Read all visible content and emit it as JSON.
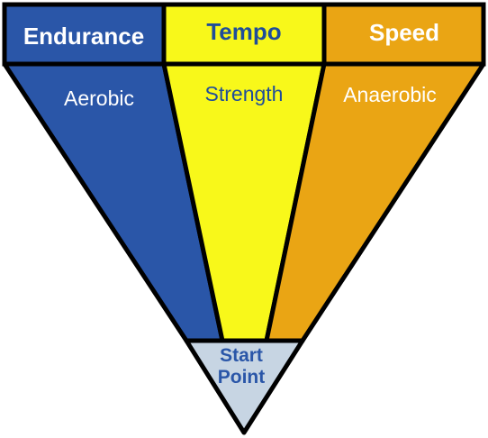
{
  "header": {
    "endurance": "Endurance",
    "tempo": "Tempo",
    "speed": "Speed"
  },
  "zones": {
    "aerobic": "Aerobic",
    "strength": "Strength",
    "anaerobic": "Anaerobic"
  },
  "start": {
    "line1": "Start",
    "line2": "Point"
  },
  "colors": {
    "blue": "#2a56a8",
    "yellow": "#f8f81a",
    "orange": "#eaa514",
    "start_fill": "#c7d5e3",
    "outline": "#000000",
    "header_text_light": "#ffffff",
    "header_text_dark": "#1f4d9a",
    "start_text": "#2a56a8"
  }
}
